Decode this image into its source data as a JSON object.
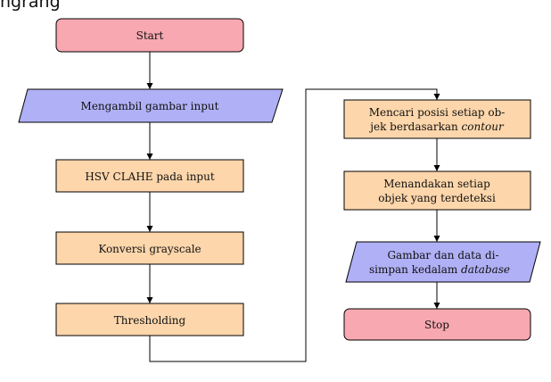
{
  "caption_fragment": "ngrang",
  "colors": {
    "terminal_fill": "#f8a8b0",
    "process_fill": "#fdd6ab",
    "io_fill": "#b0b0f6",
    "line": "#000000"
  },
  "nodes": {
    "start": {
      "label": "Start"
    },
    "input_image": {
      "label": "Mengambil gambar input"
    },
    "hsv_clahe": {
      "label": "HSV CLAHE pada input"
    },
    "grayscale": {
      "label": "Konversi grayscale"
    },
    "thresholding": {
      "label": "Thresholding"
    },
    "find_position": {
      "line1": "Mencari posisi setiap ob-",
      "line2_prefix": "jek berdasarkan",
      "line2_italic": "contour"
    },
    "mark_objects": {
      "line1": "Menandakan setiap",
      "line2": "objek yang terdeteksi"
    },
    "save_data": {
      "line1": "Gambar dan data di-",
      "line2_prefix": "simpan kedalam",
      "line2_italic": "database"
    },
    "stop": {
      "label": "Stop"
    }
  }
}
